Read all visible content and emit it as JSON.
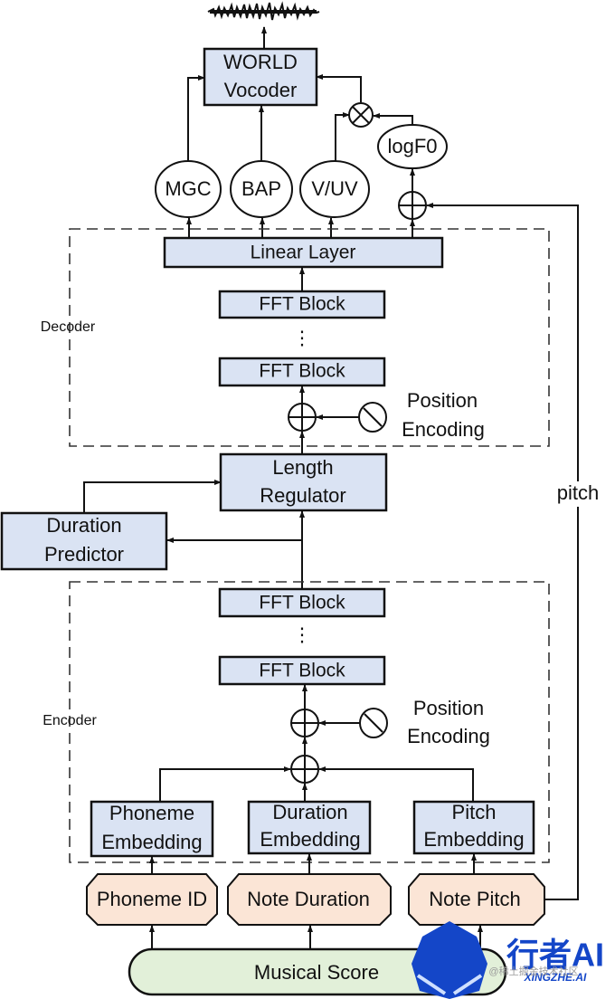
{
  "diagram": {
    "output": {
      "waveform_label": "audio-waveform"
    },
    "vocoder": {
      "line1": "WORLD",
      "line2": "Vocoder"
    },
    "features": {
      "mgc": "MGC",
      "bap": "BAP",
      "vuv": "V/UV",
      "logf0": "logF0"
    },
    "decoder": {
      "label": "Decoder",
      "linear_layer": "Linear Layer",
      "fft_top": "FFT Block",
      "dots": "⋮",
      "fft_bottom": "FFT Block",
      "pos_enc_line1": "Position",
      "pos_enc_line2": "Encoding"
    },
    "length_regulator": {
      "line1": "Length",
      "line2": "Regulator"
    },
    "duration_predictor": {
      "line1": "Duration",
      "line2": "Predictor"
    },
    "pitch_label": "pitch",
    "encoder": {
      "label": "Encoder",
      "fft_top": "FFT Block",
      "dots": "⋮",
      "fft_bottom": "FFT Block",
      "pos_enc_line1": "Position",
      "pos_enc_line2": "Encoding",
      "embeddings": [
        {
          "line1": "Phoneme",
          "line2": "Embedding"
        },
        {
          "line1": "Duration",
          "line2": "Embedding"
        },
        {
          "line1": "Pitch",
          "line2": "Embedding"
        }
      ]
    },
    "inputs": [
      "Phoneme ID",
      "Note Duration",
      "Note Pitch"
    ],
    "musical_score": "Musical Score",
    "watermark": {
      "logo_text": "行者AI",
      "logo_sub": "XINGZHE.AI",
      "credit": "@稀土掘金技术社区"
    },
    "colors": {
      "block_fill": "#dae3f3",
      "input_fill": "#fbe5d6",
      "score_fill": "#e2f0d9",
      "watermark_blue": "#1446c8"
    }
  }
}
